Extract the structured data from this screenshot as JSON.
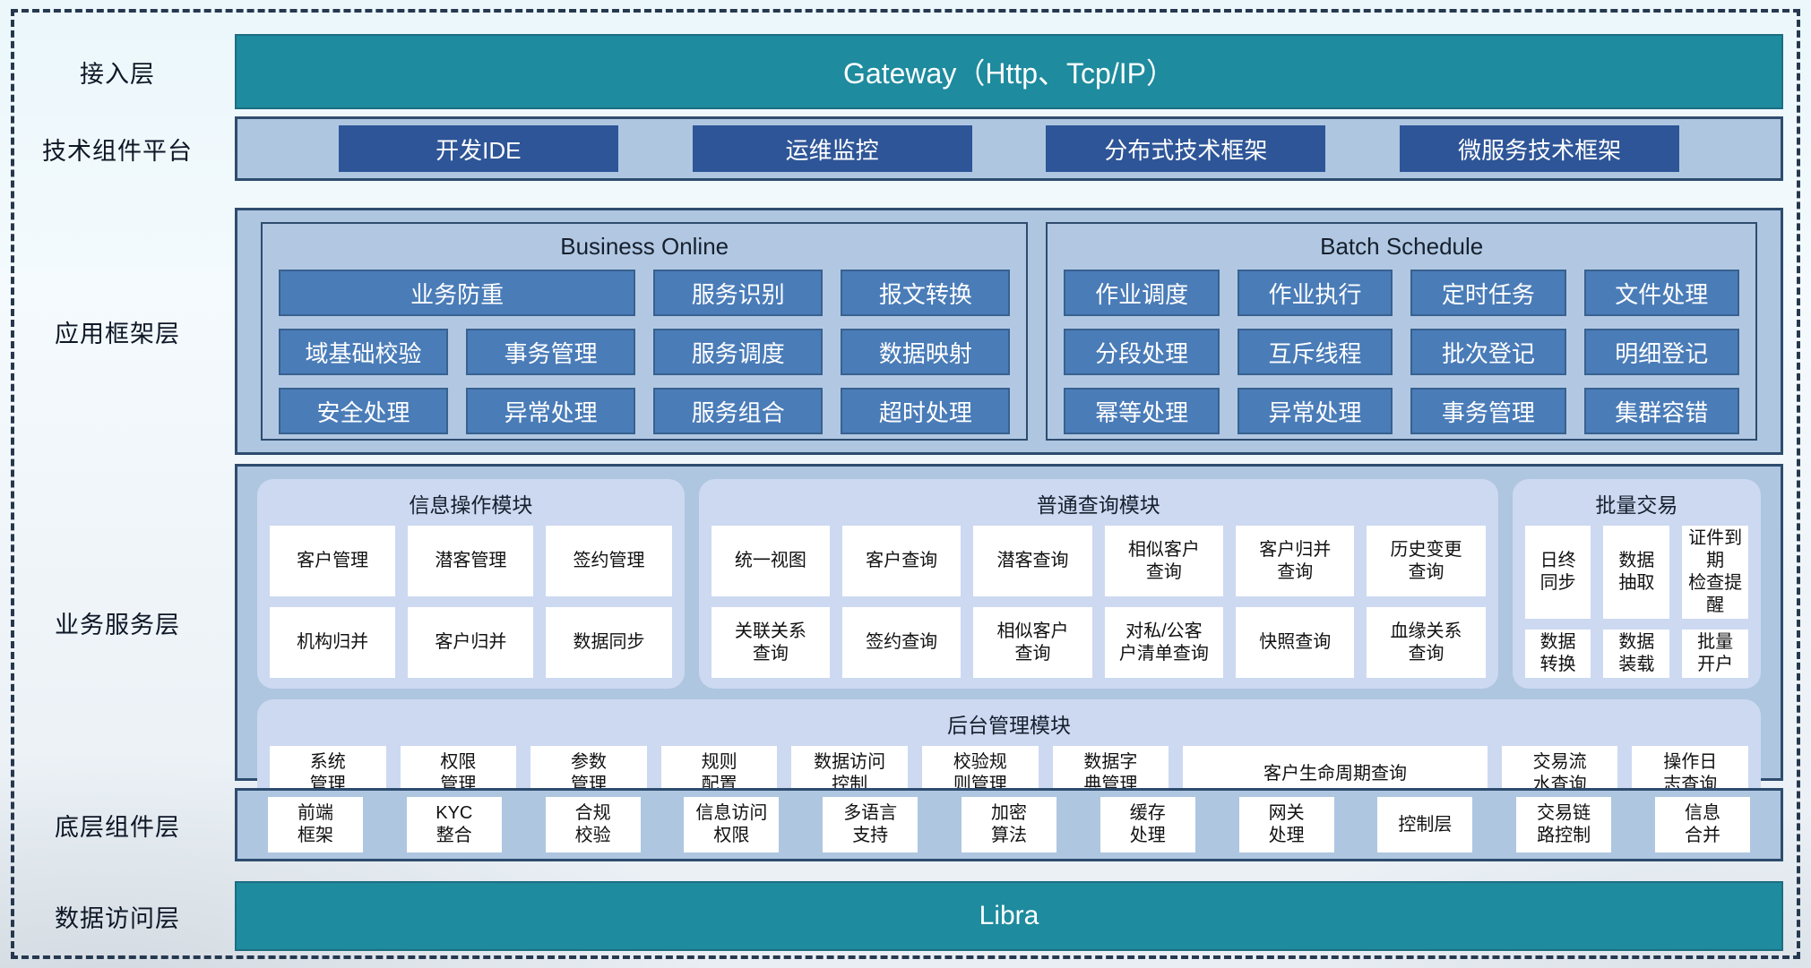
{
  "colors": {
    "teal": "#1e8b9e",
    "container_blue": "#aec6e0",
    "dark_button_blue": "#2e5597",
    "mid_button_blue": "#4a7cb8",
    "panel_light_blue": "#cdd9f1",
    "border_navy": "#2e4c6e",
    "white_cell": "#ffffff"
  },
  "sections": {
    "access": {
      "label": "接入层",
      "gateway": "Gateway（Http、Tcp/IP）"
    },
    "tech": {
      "label": "技术组件平台",
      "items": [
        "开发IDE",
        "运维监控",
        "分布式技术框架",
        "微服务技术框架"
      ]
    },
    "app": {
      "label": "应用框架层",
      "business_online": {
        "title": "Business Online",
        "cells": [
          "业务防重",
          "服务识别",
          "报文转换",
          "域基础校验",
          "事务管理",
          "服务调度",
          "数据映射",
          "安全处理",
          "异常处理",
          "服务组合",
          "超时处理"
        ]
      },
      "batch_schedule": {
        "title": "Batch Schedule",
        "cells": [
          "作业调度",
          "作业执行",
          "定时任务",
          "文件处理",
          "分段处理",
          "互斥线程",
          "批次登记",
          "明细登记",
          "幂等处理",
          "异常处理",
          "事务管理",
          "集群容错"
        ]
      }
    },
    "biz": {
      "label": "业务服务层",
      "info_module": {
        "title": "信息操作模块",
        "cells": [
          "客户管理",
          "潜客管理",
          "签约管理",
          "机构归并",
          "客户归并",
          "数据同步"
        ]
      },
      "query_module": {
        "title": "普通查询模块",
        "cells": [
          "统一视图",
          "客户查询",
          "潜客查询",
          "相似客户\n查询",
          "客户归并\n查询",
          "历史变更\n查询",
          "关联关系\n查询",
          "签约查询",
          "相似客户\n查询",
          "对私/公客\n户清单查询",
          "快照查询",
          "血缘关系\n查询"
        ]
      },
      "batch_module": {
        "title": "批量交易",
        "cells": [
          "日终\n同步",
          "数据\n抽取",
          "证件到期\n检查提醒",
          "数据\n转换",
          "数据\n装载",
          "批量\n开户"
        ]
      },
      "admin_module": {
        "title": "后台管理模块",
        "cells": [
          "系统\n管理",
          "权限\n管理",
          "参数\n管理",
          "规则\n配置",
          "数据访问\n控制",
          "校验规\n则管理",
          "数据字\n典管理",
          "客户生命周期查询",
          "交易流\n水查询",
          "操作日\n志查询"
        ]
      }
    },
    "base": {
      "label": "底层组件层",
      "cells": [
        "前端\n框架",
        "KYC\n整合",
        "合规\n校验",
        "信息访问\n权限",
        "多语言\n支持",
        "加密\n算法",
        "缓存\n处理",
        "网关\n处理",
        "控制层",
        "交易链\n路控制",
        "信息\n合并"
      ]
    },
    "data": {
      "label": "数据访问层",
      "text": "Libra"
    }
  }
}
